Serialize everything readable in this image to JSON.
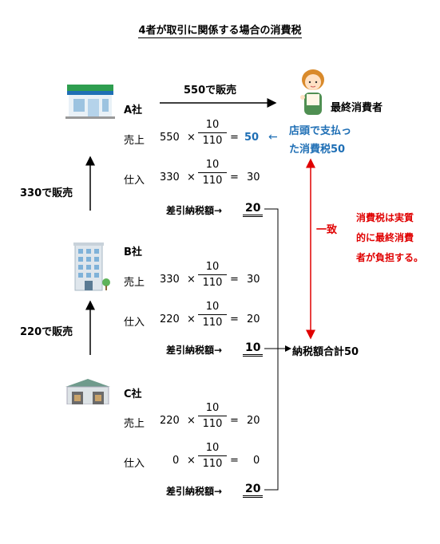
{
  "title": "4者が取引に関係する場合の消費税",
  "companies": [
    {
      "name": "A社",
      "rows": [
        {
          "label": "売上",
          "amount": "550",
          "num": "10",
          "den": "110",
          "result": "50"
        },
        {
          "label": "仕入",
          "amount": "330",
          "num": "10",
          "den": "110",
          "result": "30"
        }
      ],
      "diff_label": "差引納税額→",
      "diff_value": "20"
    },
    {
      "name": "B社",
      "rows": [
        {
          "label": "売上",
          "amount": "330",
          "num": "10",
          "den": "110",
          "result": "30"
        },
        {
          "label": "仕入",
          "amount": "220",
          "num": "10",
          "den": "110",
          "result": "20"
        }
      ],
      "diff_label": "差引納税額→",
      "diff_value": "10"
    },
    {
      "name": "C社",
      "rows": [
        {
          "label": "売上",
          "amount": "220",
          "num": "10",
          "den": "110",
          "result": "20"
        },
        {
          "label": "仕入",
          "amount": "0",
          "num": "10",
          "den": "110",
          "result": "0"
        }
      ],
      "diff_label": "差引納税額→",
      "diff_value": "20"
    }
  ],
  "sale_a_to_consumer": "550で販売",
  "sale_b_to_a": "330で販売",
  "sale_c_to_b": "220で販売",
  "consumer": "最終消費者",
  "consumer_paid_line1": "店頭で支払っ",
  "consumer_paid_line2": "た消費税50",
  "match": "一致",
  "burden_lines": [
    "消費税は実質",
    "的に最終消費",
    "者が負担する。"
  ],
  "total": "納税額合計50",
  "ops": {
    "times": "×",
    "equals": "=",
    "left_arrow": "←"
  },
  "colors": {
    "blue": "#1f6fb5",
    "red": "#e00000",
    "green": "#2e9e4f"
  }
}
